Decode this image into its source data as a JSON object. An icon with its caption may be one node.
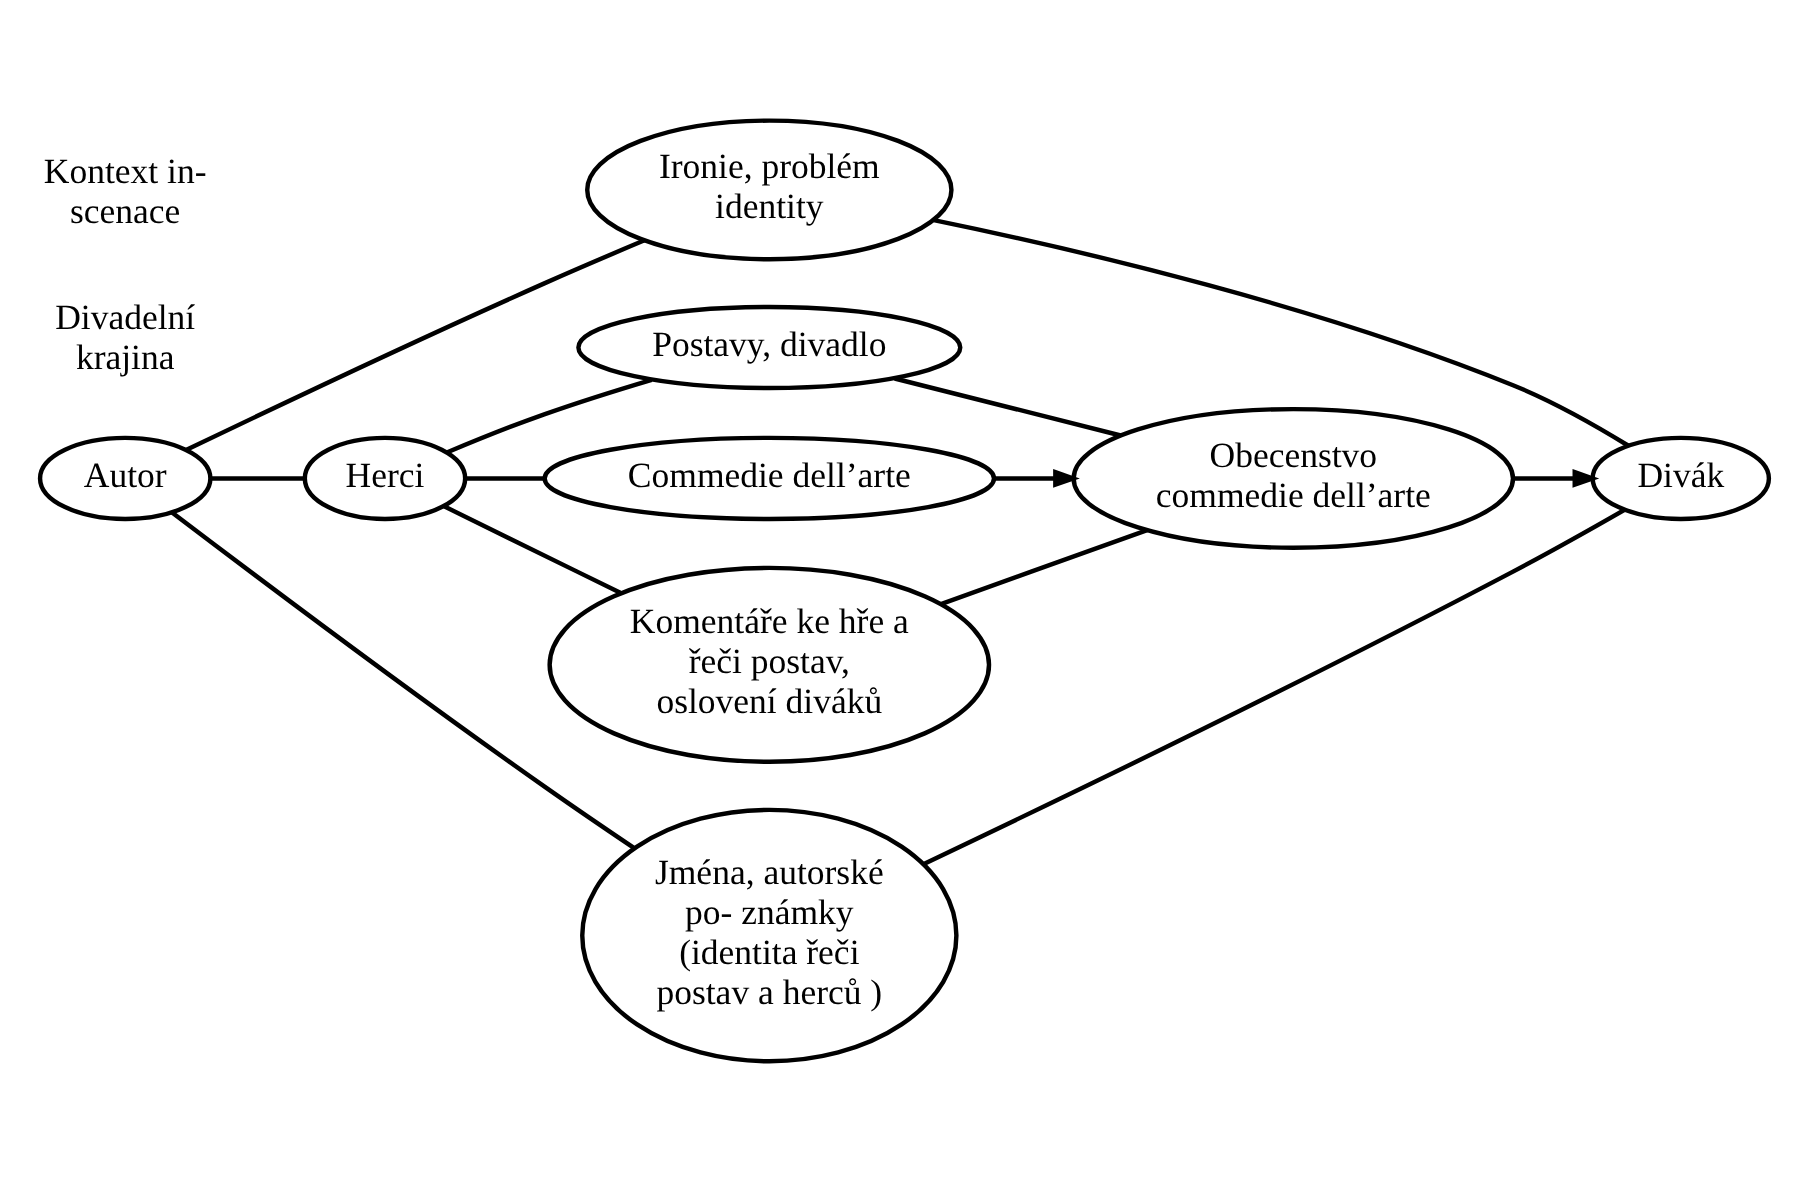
{
  "diagram": {
    "nodes": [
      {
        "text": [
          "Ironie, problém identity"
        ]
      },
      {
        "text": [
          "Postavy, divadlo"
        ]
      },
      {
        "text": [
          "Autor"
        ]
      },
      {
        "text": [
          "Herci"
        ]
      },
      {
        "text": [
          "Commedie dell’arte"
        ]
      },
      {
        "text": [
          "Obecenstvo commedie dell’arte"
        ]
      },
      {
        "text": [
          "Divák"
        ]
      },
      {
        "text": [
          "Komentáře ke hře a řeči postav, oslovení diváků"
        ]
      },
      {
        "text": [
          "Jména, autorské po- známky (identita řeči postav a herců )"
        ]
      }
    ],
    "edges": [
      {
        "from": 2,
        "to": 0,
        "arrow": "none"
      },
      {
        "from": 0,
        "to": 6,
        "arrow": "none"
      },
      {
        "from": 3,
        "to": 1,
        "arrow": "none"
      },
      {
        "from": 1,
        "to": 5,
        "arrow": "none"
      },
      {
        "from": 2,
        "to": 3,
        "arrow": "none"
      },
      {
        "from": 3,
        "to": 4,
        "arrow": "none"
      },
      {
        "from": 4,
        "to": 5,
        "arrow": "to"
      },
      {
        "from": 5,
        "to": 6,
        "arrow": "to"
      },
      {
        "from": 3,
        "to": 7,
        "arrow": "none"
      },
      {
        "from": 7,
        "to": 5,
        "arrow": "none"
      },
      {
        "from": 2,
        "to": 8,
        "arrow": "none"
      },
      {
        "from": 8,
        "to": 6,
        "arrow": "none"
      }
    ],
    "labels": [
      "Divadelní krajina",
      "Kontext in- scenace"
    ]
  }
}
